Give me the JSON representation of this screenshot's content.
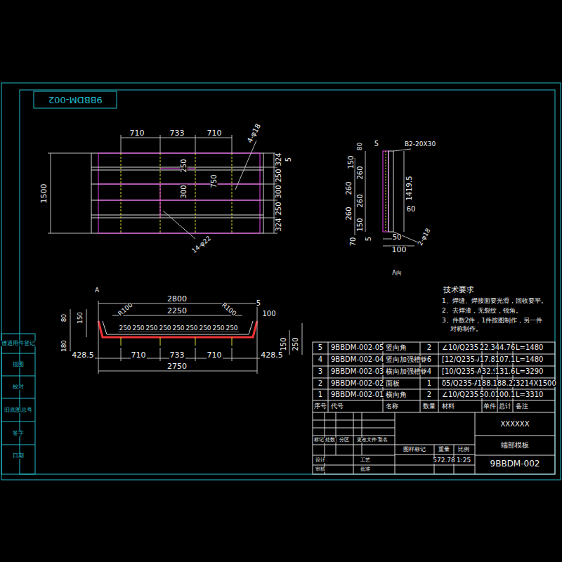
{
  "diagram": {
    "labels": [
      "9BBDM-002",
      "710",
      "733",
      "710",
      "4-φ18",
      "1500",
      "324",
      "5",
      "250",
      "750",
      "300",
      "250",
      "300",
      "250",
      "324",
      "14-φ22",
      "80",
      "5",
      "B2-20X30",
      "150",
      "260",
      "260",
      "260",
      "1419.5",
      "260",
      "60",
      "150",
      "70",
      "5",
      "50",
      "2-φ18",
      "100",
      "A向",
      "A",
      "2800",
      "R100",
      "R100",
      "5",
      "2250",
      "100",
      "80",
      "150",
      "250",
      "250",
      "250",
      "250",
      "250",
      "250",
      "250",
      "250",
      "250",
      "180",
      "150",
      "250",
      "428.5",
      "710",
      "733",
      "710",
      "428.5",
      "2750",
      "技术要求",
      "1、焊缝、焊接面要光滑，回收要平。",
      "2、去焊渣，无裂纹，锐角。",
      "3、件数2件，1件按图制作，另一件",
      "对称制作。",
      "5",
      "9BBDM-002-05",
      "竖向角",
      "2",
      "∠10/Q235-A",
      "22.38",
      "44.76",
      "L=1480",
      "4",
      "9BBDM-002-04",
      "竖向加强槽钢",
      "6",
      "[12/Q235-A",
      "17.85",
      "107.1",
      "L=1480",
      "3",
      "9BBDM-002-03",
      "横向加强槽钢",
      "4",
      "[10/Q235-A",
      "32.9",
      "131.6",
      "L=3290",
      "2",
      "9BBDM-002-02",
      "面板",
      "1",
      "δ5/Q235-A",
      "188.22",
      "188.22",
      "3214X1500",
      "1",
      "9BBDM-002-01",
      "横向角",
      "2",
      "∠10/Q235-A",
      "50.05",
      "100.1",
      "L=3310",
      "序号",
      "代号",
      "名称",
      "数量",
      "材料",
      "单件",
      "总计",
      "备注",
      "XXXXXX",
      "端部模板",
      "9BBDM-002",
      "图样标记",
      "重量",
      "比例",
      "572.78",
      "1:25",
      "标记",
      "处数",
      "分区",
      "更改文件号",
      "签名",
      "设计",
      "审核",
      "工艺",
      "批准",
      "借通用件登记",
      "描图",
      "校对",
      "旧底图总号",
      "签字",
      "日期"
    ]
  }
}
